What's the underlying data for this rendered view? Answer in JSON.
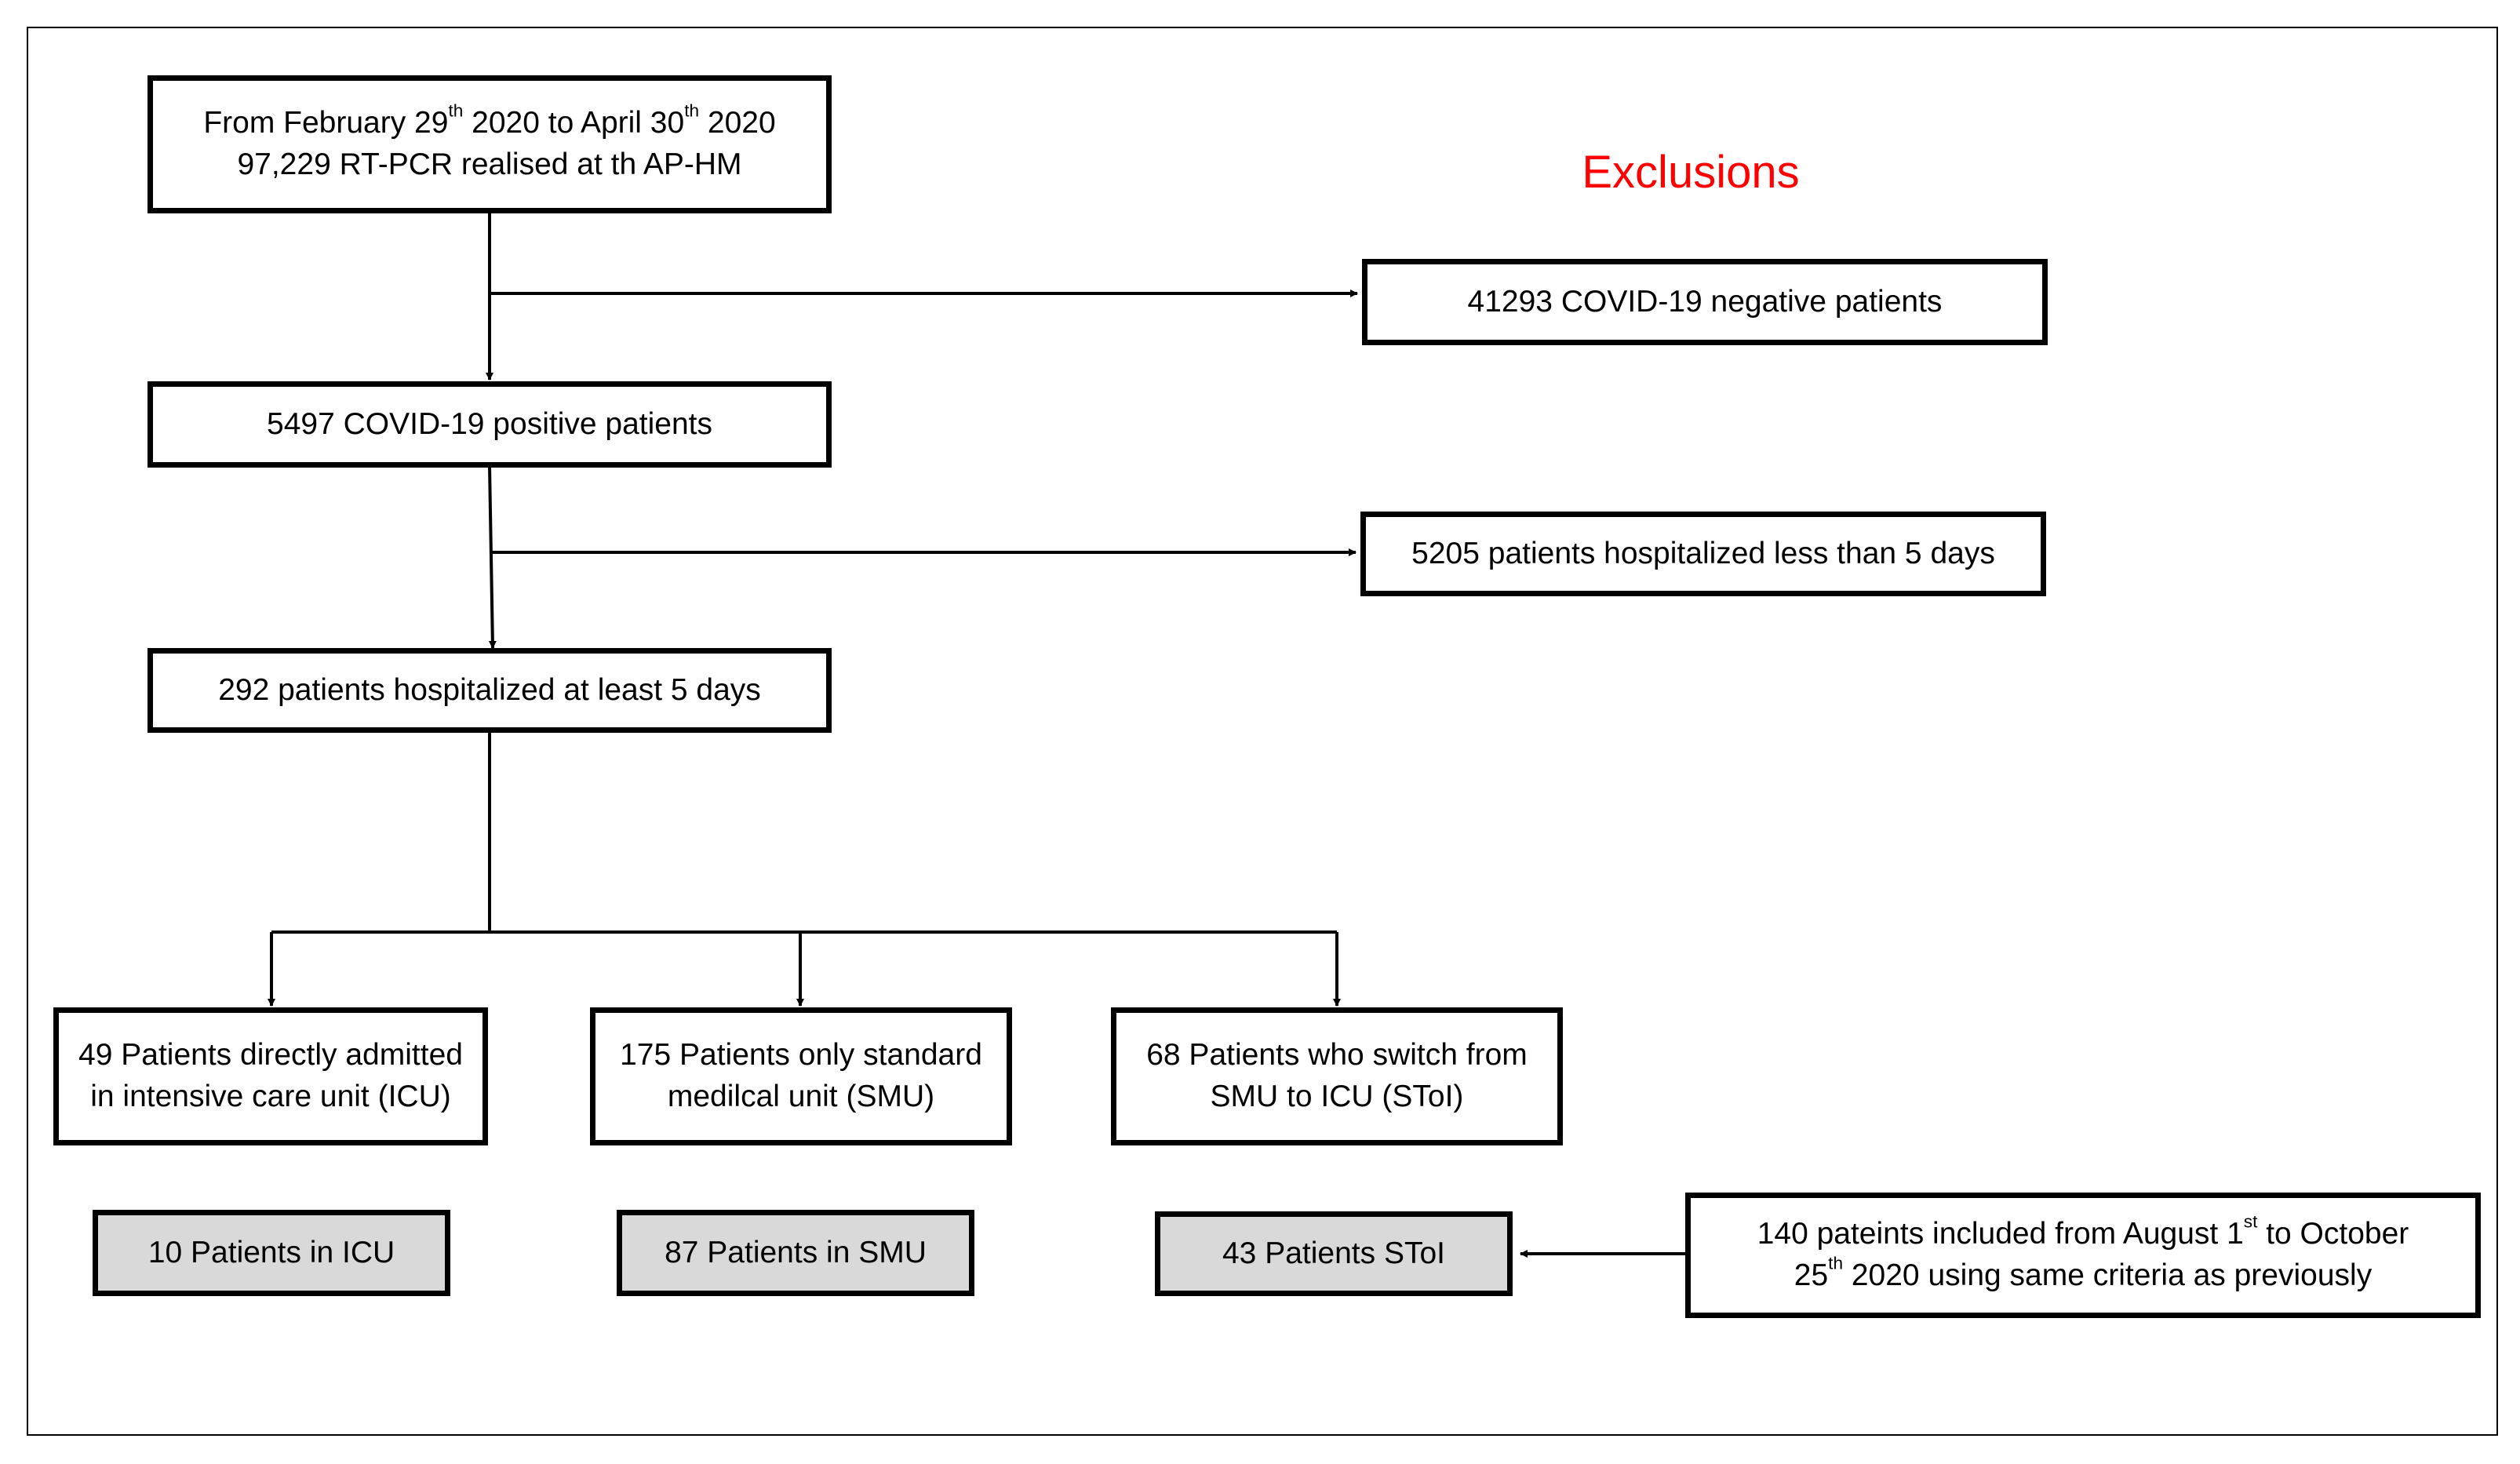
{
  "exclusions_label": "Exclusions",
  "boxes": {
    "start": {
      "line1": {
        "a": "From February 29",
        "a_sup": "th",
        "b": " 2020 to April 30",
        "b_sup": "th",
        "c": " 2020"
      },
      "line2": "97,229 RT-PCR realised at th AP-HM"
    },
    "negative": "41293 COVID-19 negative patients",
    "positive": "5497 COVID-19 positive patients",
    "short_stay": "5205 patients hospitalized less than 5 days",
    "long_stay": "292 patients hospitalized at least 5 days",
    "icu": {
      "line1": "49 Patients directly admitted",
      "line2": "in intensive care unit (ICU)"
    },
    "smu": {
      "line1": "175 Patients only standard",
      "line2": "medilcal unit (SMU)"
    },
    "stoi": {
      "line1": "68 Patients who switch from",
      "line2": "SMU to ICU (SToI)"
    },
    "final_icu": "10 Patients in ICU",
    "final_smu": "87 Patients in SMU",
    "final_stoi": "43 Patients SToI",
    "added": {
      "line1": {
        "a": "140 pateints included from August 1",
        "a_sup": "st",
        "b": " to October"
      },
      "line2": {
        "a": "25",
        "a_sup": "th",
        "b": " 2020 using same criteria as previously"
      }
    }
  },
  "colors": {
    "exclusions": "#ff0000",
    "final_box_fill": "#d9d9d9",
    "line": "#000000"
  }
}
